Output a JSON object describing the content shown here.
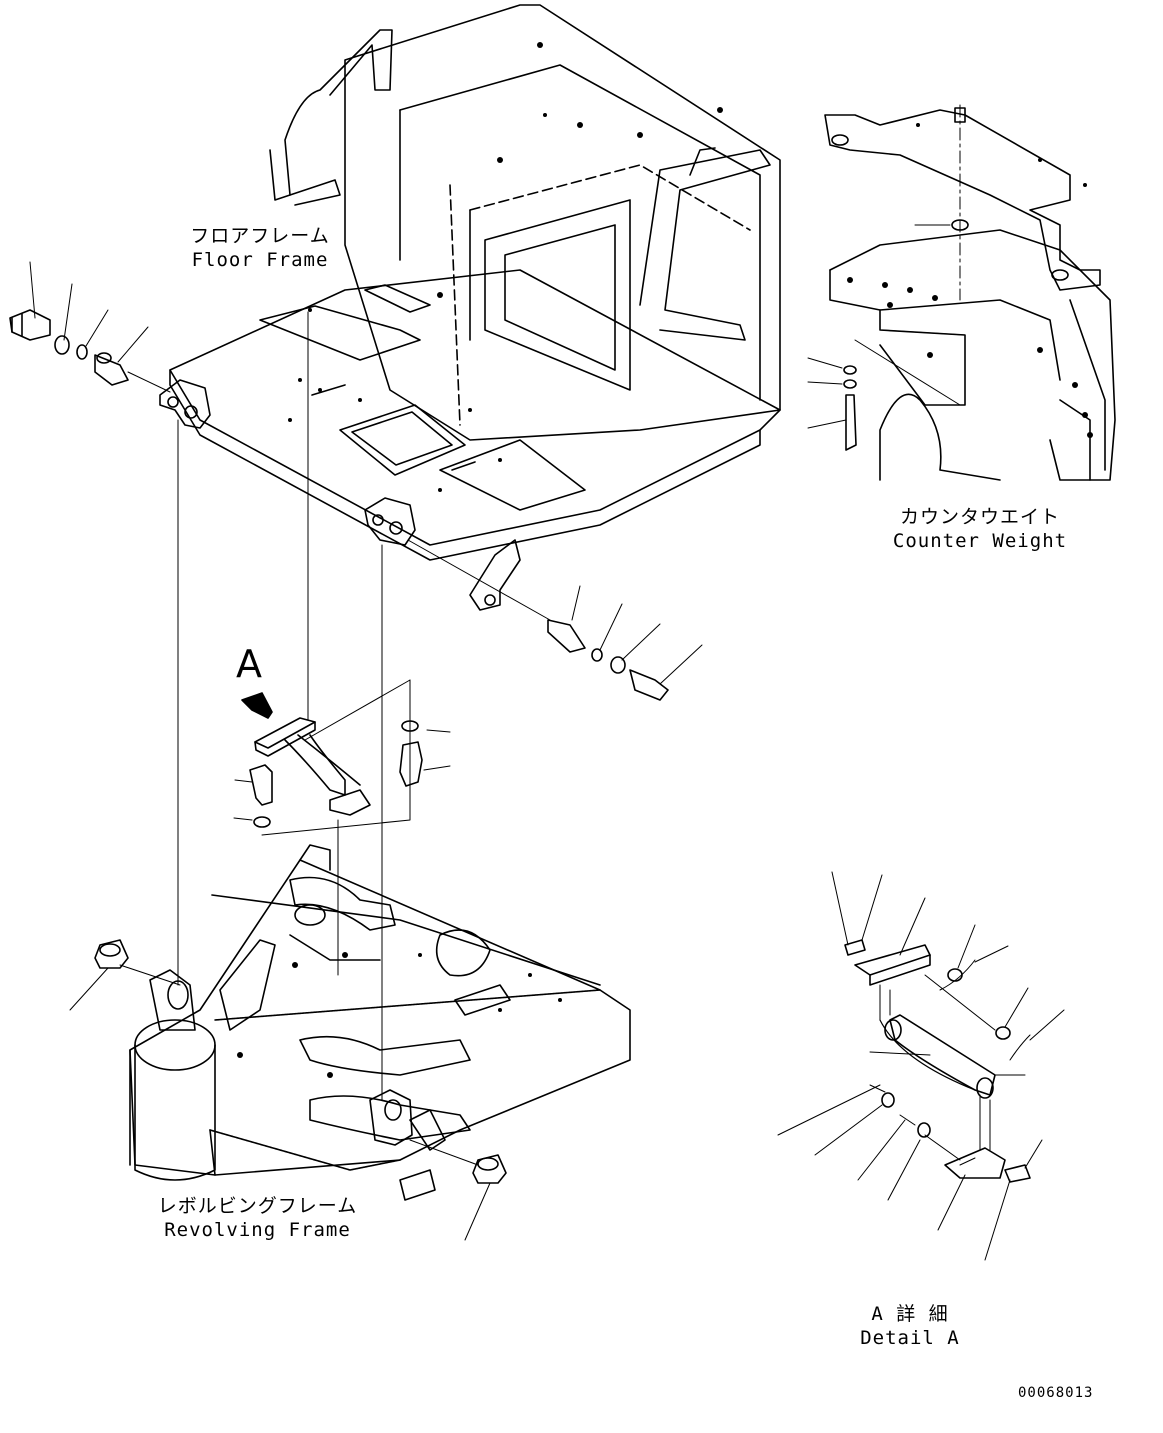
{
  "labels": {
    "floor_frame_jp": "フロアフレーム",
    "floor_frame_en": "Floor Frame",
    "counter_weight_jp": "カウンタウエイト",
    "counter_weight_en": "Counter Weight",
    "revolving_frame_jp": "レボルビングフレーム",
    "revolving_frame_en": "Revolving Frame",
    "detail_jp": "A 詳 細",
    "detail_en": "Detail A",
    "view_letter": "A",
    "drawing_code": "00068013"
  },
  "colors": {
    "line": "#000000",
    "background": "#ffffff"
  }
}
